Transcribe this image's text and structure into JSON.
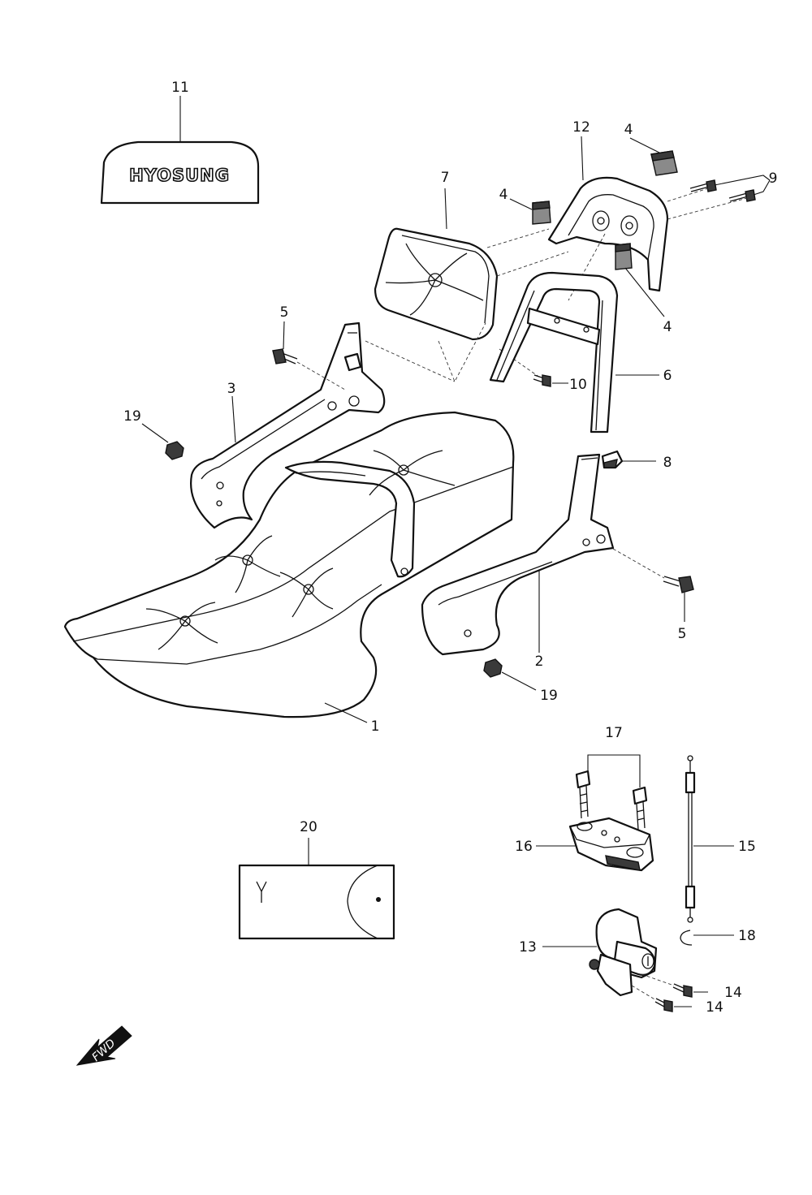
{
  "emblem": {
    "text": "HYOSUNG"
  },
  "fwd_arrow": {
    "text": "FWD"
  },
  "callouts": {
    "c1": "1",
    "c2": "2",
    "c3": "3",
    "c4a": "4",
    "c4b": "4",
    "c4c": "4",
    "c5a": "5",
    "c5b": "5",
    "c6": "6",
    "c7": "7",
    "c8": "8",
    "c9": "9",
    "c10": "10",
    "c11": "11",
    "c12": "12",
    "c13": "13",
    "c14a": "14",
    "c14b": "14",
    "c15": "15",
    "c16": "16",
    "c17": "17",
    "c18": "18",
    "c19a": "19",
    "c19b": "19",
    "c20": "20"
  }
}
